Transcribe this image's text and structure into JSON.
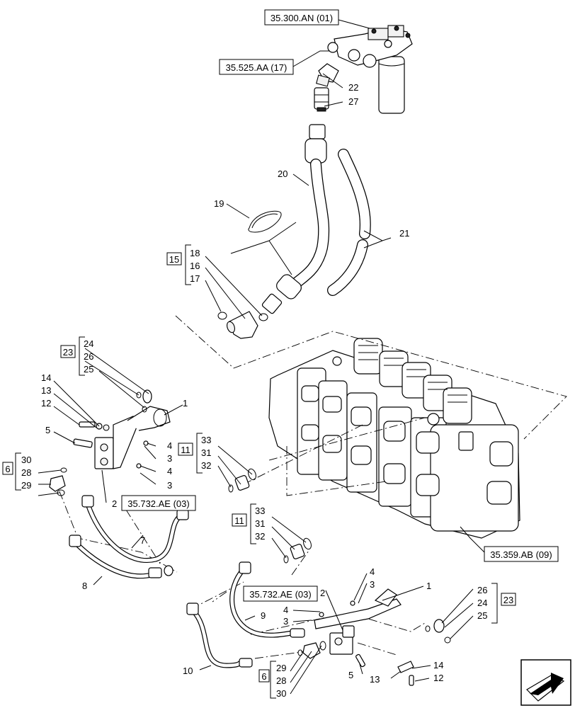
{
  "refs": [
    {
      "id": "ref-35-300-an",
      "text": "35.300.AN (01)"
    },
    {
      "id": "ref-35-525-aa",
      "text": "35.525.AA (17)"
    },
    {
      "id": "ref-35-732-ae-a",
      "text": "35.732.AE (03)"
    },
    {
      "id": "ref-35-732-ae-b",
      "text": "35.732.AE (03)"
    },
    {
      "id": "ref-35-359-ab",
      "text": "35.359.AB (09)"
    }
  ],
  "kits": [
    {
      "label": "15",
      "items": [
        "18",
        "16",
        "17"
      ]
    },
    {
      "label": "23",
      "items": [
        "24",
        "26",
        "25"
      ]
    },
    {
      "label": "6",
      "items": [
        "30",
        "28",
        "29"
      ]
    },
    {
      "label": "11",
      "items": [
        "33",
        "31",
        "32"
      ]
    },
    {
      "label": "11",
      "items": [
        "33",
        "31",
        "32"
      ]
    },
    {
      "label": "23",
      "items": [
        "26",
        "24",
        "25"
      ]
    },
    {
      "label": "6",
      "items": [
        "29",
        "28",
        "30"
      ]
    }
  ],
  "callouts": [
    "22",
    "27",
    "20",
    "19",
    "21",
    "14",
    "13",
    "12",
    "5",
    "1",
    "4",
    "3",
    "4",
    "3",
    "2",
    "7",
    "8",
    "4",
    "3",
    "2",
    "1",
    "4",
    "3",
    "9",
    "10",
    "5",
    "14",
    "13",
    "12"
  ],
  "icons": {
    "nav": "next-page-arrow-icon"
  }
}
